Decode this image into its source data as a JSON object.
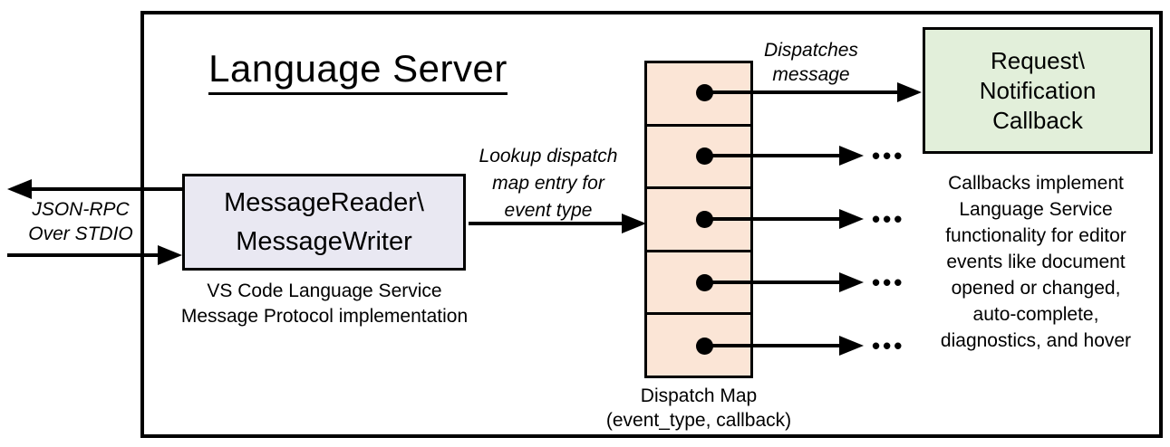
{
  "diagram": {
    "title": "Language Server",
    "io_label": {
      "line1": "JSON-RPC",
      "line2": "Over STDIO"
    },
    "reader_box": {
      "line1": "MessageReader\\",
      "line2": "MessageWriter"
    },
    "reader_caption": {
      "line1": "VS Code Language Service",
      "line2": "Message Protocol implementation"
    },
    "lookup_label": {
      "line1": "Lookup dispatch",
      "line2": "map entry for",
      "line3": "event type"
    },
    "dispatch_label": {
      "line1": "Dispatches",
      "line2": "message"
    },
    "callback_box": {
      "line1": "Request\\",
      "line2": "Notification",
      "line3": "Callback"
    },
    "callback_caption": [
      "Callbacks implement",
      "Language Service",
      "functionality for editor",
      "events like document",
      "opened or changed,",
      "auto-complete,",
      "diagnostics, and hover"
    ],
    "map_caption": {
      "line1": "Dispatch Map",
      "line2": "(event_type, callback)"
    },
    "ellipsis": "•••",
    "colors": {
      "reader_fill": "#e9e8f2",
      "map_fill": "#fbe5d6",
      "callback_fill": "#e2efda",
      "line": "#000000",
      "background": "#ffffff"
    }
  }
}
